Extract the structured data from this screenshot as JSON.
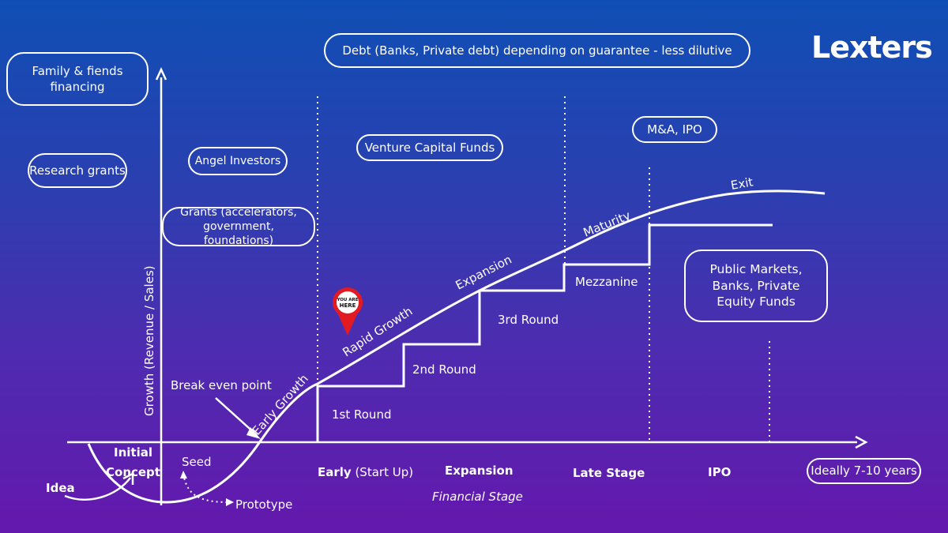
{
  "brand": {
    "logo_text": "Lexters"
  },
  "boxes": {
    "debt": "Debt (Banks, Private debt) depending on guarantee - less dilutive",
    "family": "Family & fiends financing",
    "research": "Research grants",
    "angel": "Angel Investors",
    "grants": "Grants (accelerators, government, foundations)",
    "vc": "Venture Capital Funds",
    "ma_ipo": "M&A, IPO",
    "public_markets": "Public Markets, Banks, Private Equity Funds",
    "ideally": "Ideally 7-10 years"
  },
  "axis": {
    "y_label": "Growth (Revenue / Sales)"
  },
  "curve_labels": {
    "early_growth": "Early Growth",
    "rapid_growth": "Rapid Growth",
    "expansion": "Expansion",
    "maturity": "Maturity",
    "exit": "Exit",
    "break_even": "Break even point"
  },
  "rounds": {
    "first": "1st Round",
    "second": "2nd Round",
    "third": "3rd Round",
    "mezzanine": "Mezzanine"
  },
  "stages": {
    "idea": "Idea",
    "initial": "Initial",
    "concept": "Concept",
    "seed": "Seed",
    "prototype": "Prototype",
    "early_bold": "Early",
    "early_rest": " (Start Up)",
    "expansion": "Expansion",
    "late_stage": "Late Stage",
    "ipo": "IPO",
    "financial_stage": "Financial Stage"
  },
  "marker": {
    "line1": "YOU ARE",
    "line2": "HERE"
  },
  "colors": {
    "bg_top": "#0f4fb5",
    "bg_bottom": "#6418ad",
    "marker_red": "#e21b23",
    "line": "#ffffff"
  }
}
